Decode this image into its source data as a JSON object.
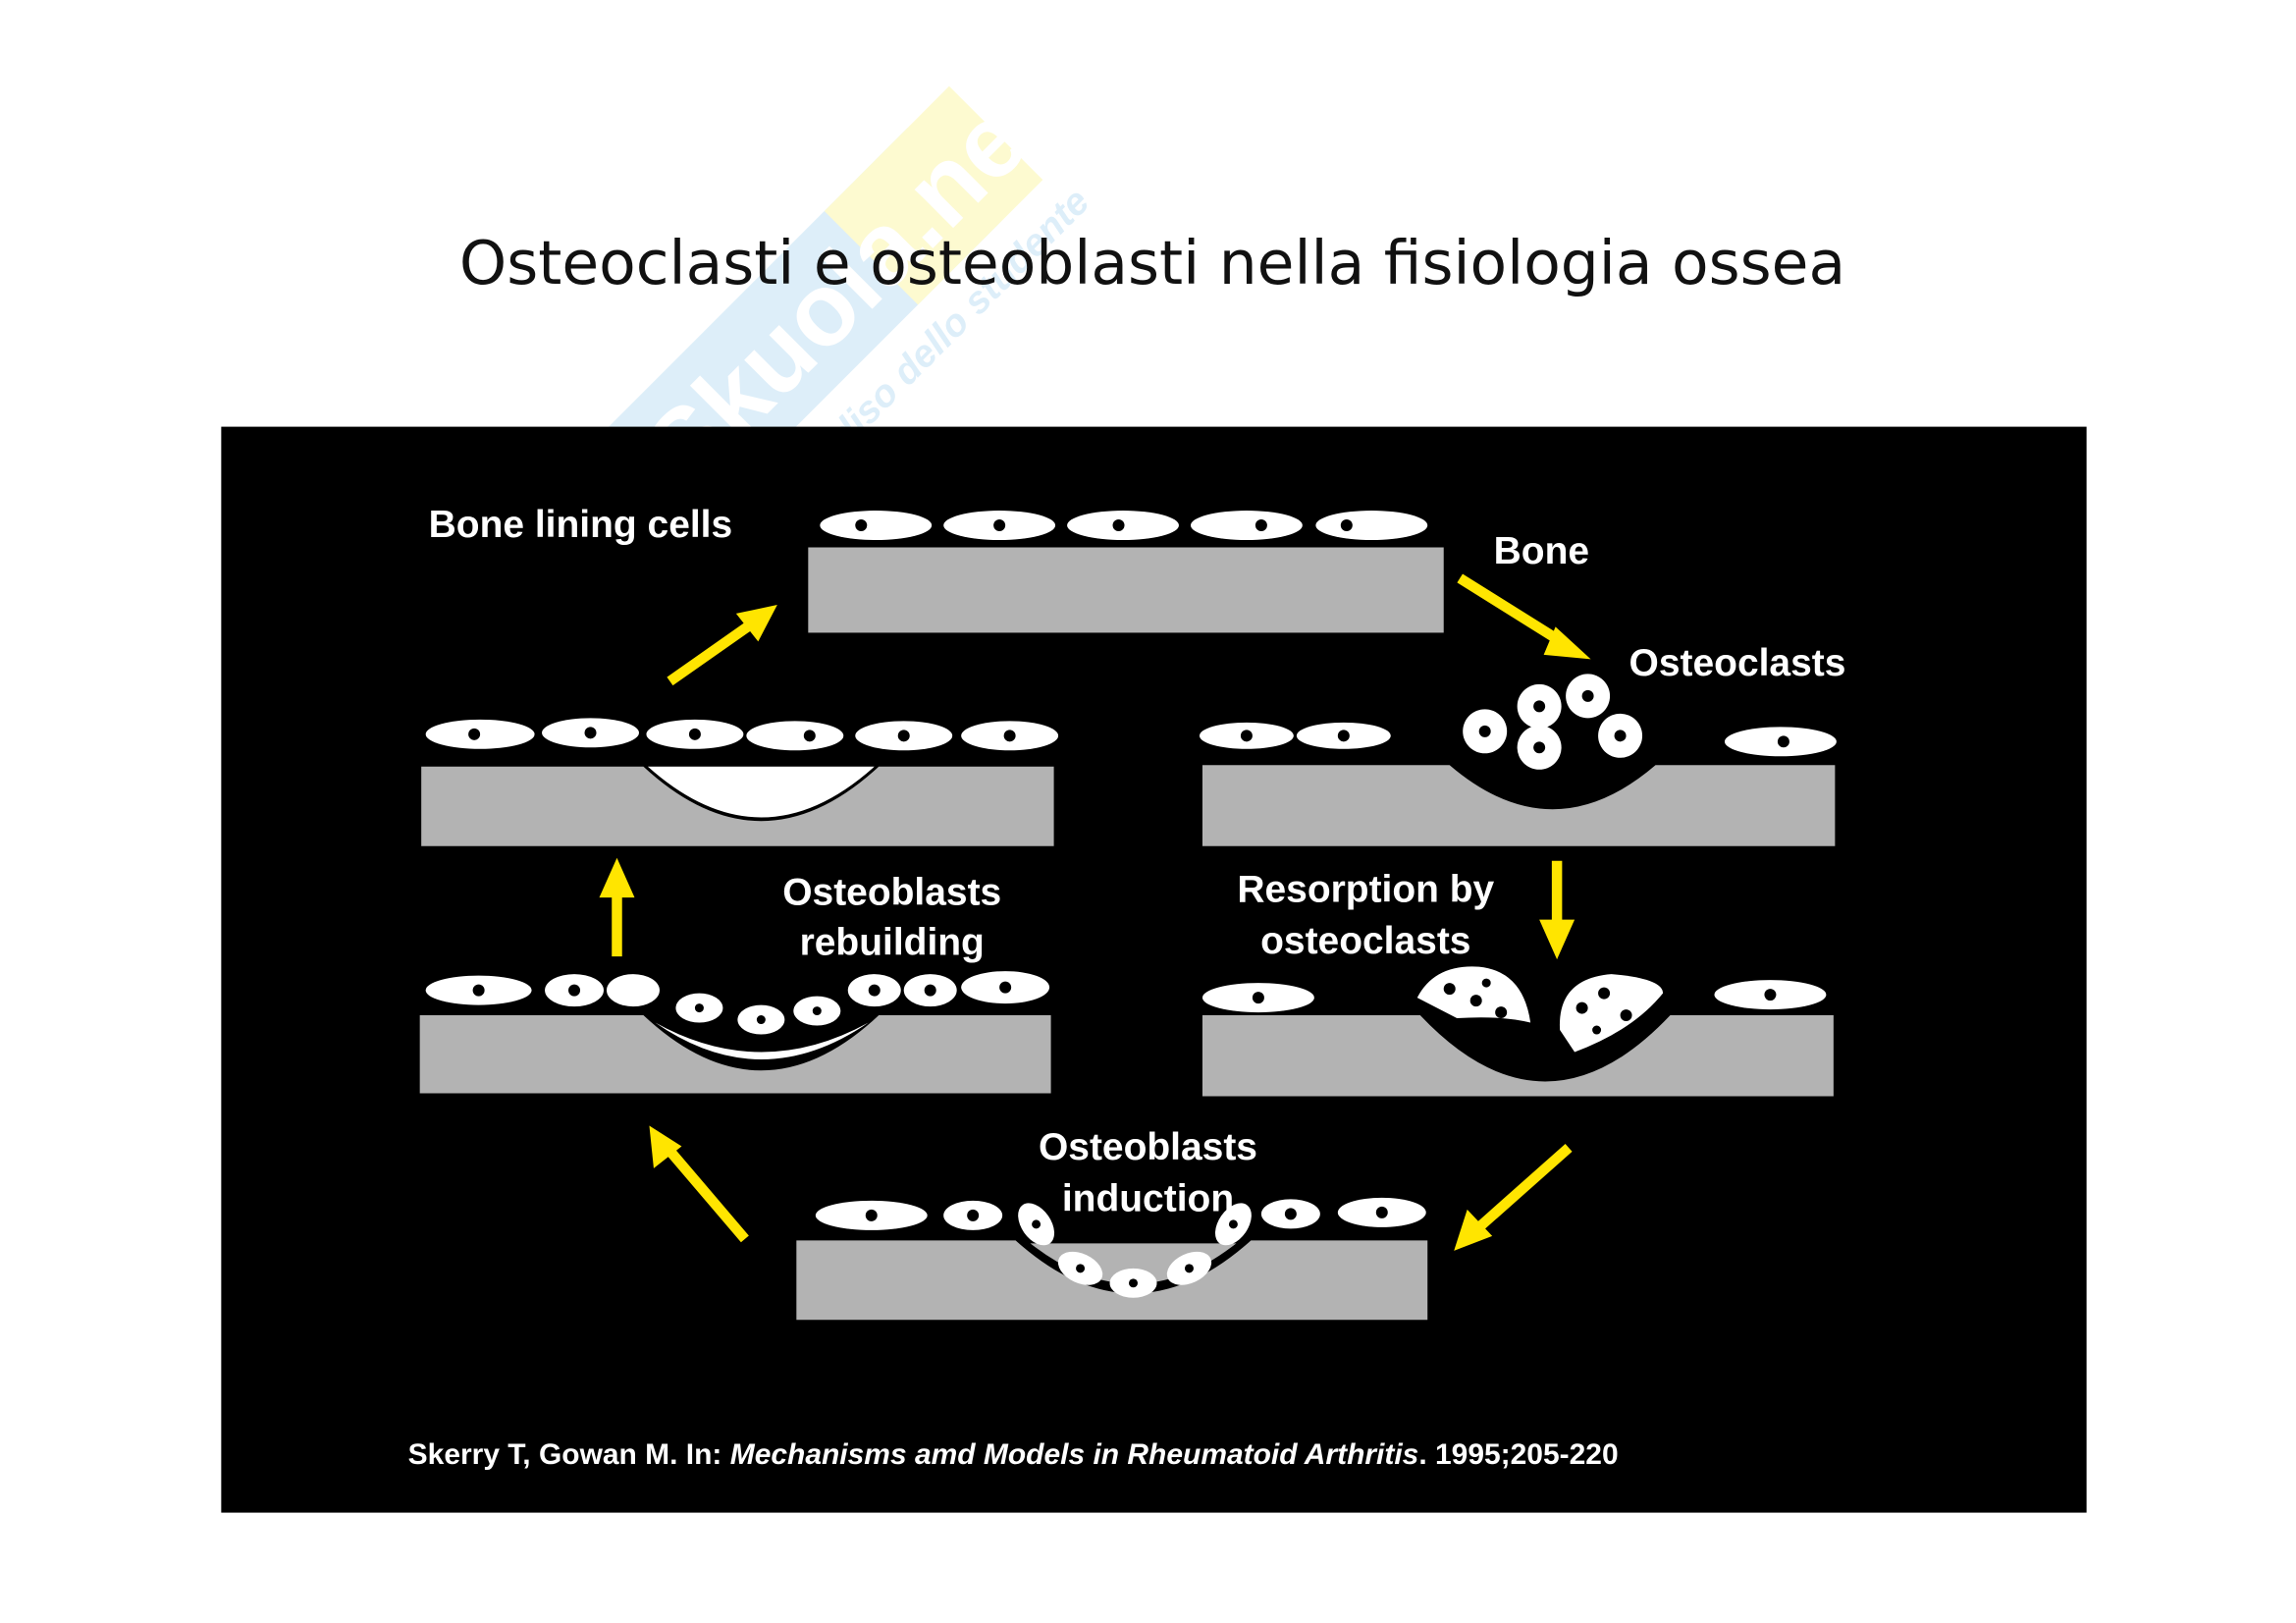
{
  "slide": {
    "title": "Osteoclasti e osteoblasti nella fisiologia ossea"
  },
  "watermark": {
    "brand": "Skuola.net",
    "tagline": "paradiso dello studente"
  },
  "figure": {
    "labels": {
      "bone_lining_cells": "Bone lining cells",
      "bone": "Bone",
      "osteoclasts": "Osteoclasts",
      "resorption_line1": "Resorption by",
      "resorption_line2": "osteoclasts",
      "induction_line1": "Osteoblasts",
      "induction_line2": "induction",
      "rebuilding_line1": "Osteoblasts",
      "rebuilding_line2": "rebuilding"
    },
    "citation": {
      "authors": "Skerry T, Gowan M. In: ",
      "source": "Mechanisms amd Models in Rheumatoid Arthritis",
      "details": ". 1995;205-220"
    },
    "colors": {
      "background": "#000000",
      "bone": "#b3b3b3",
      "arrow": "#ffe500",
      "cell": "#ffffff"
    }
  }
}
